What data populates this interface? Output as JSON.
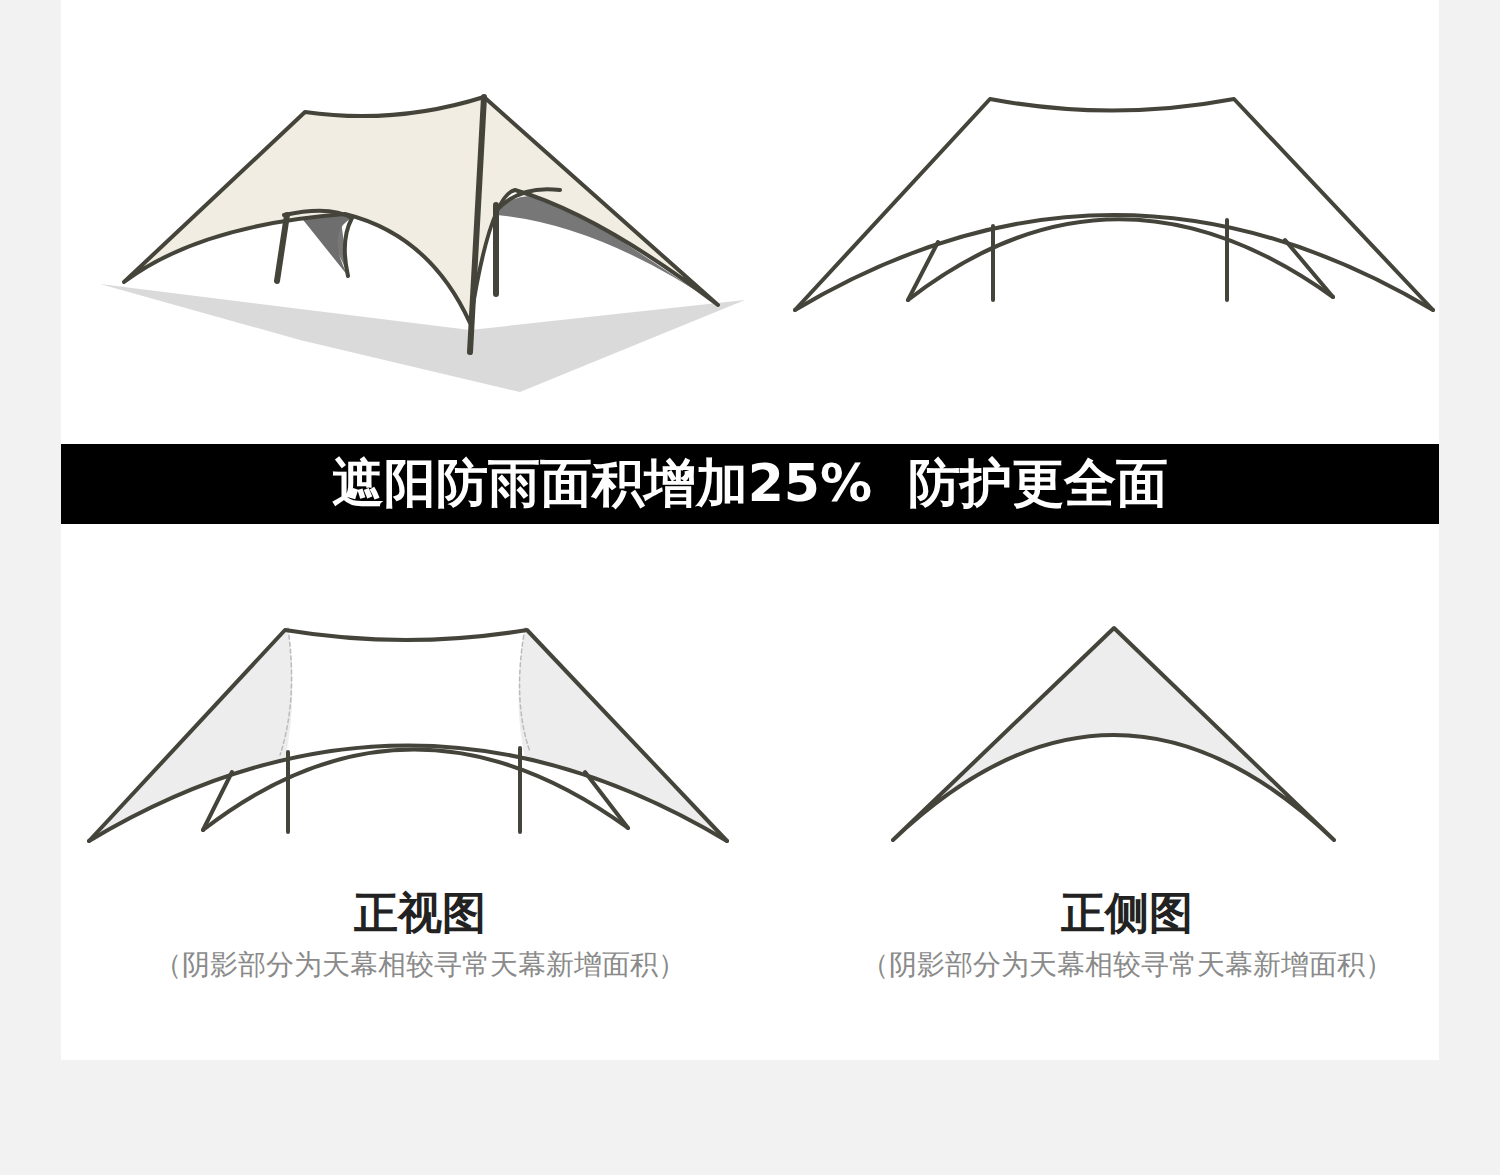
{
  "diagram": {
    "nodes": [
      {
        "text": [
          "遮阳防雨面积增加25%  防护更全面"
        ]
      }
    ],
    "labels": [
      "正视图",
      "（阴影部分为天幕相较寻常天幕新增面积）",
      "正侧图",
      "（阴影部分为天幕相较寻常天幕新增面积）"
    ]
  }
}
